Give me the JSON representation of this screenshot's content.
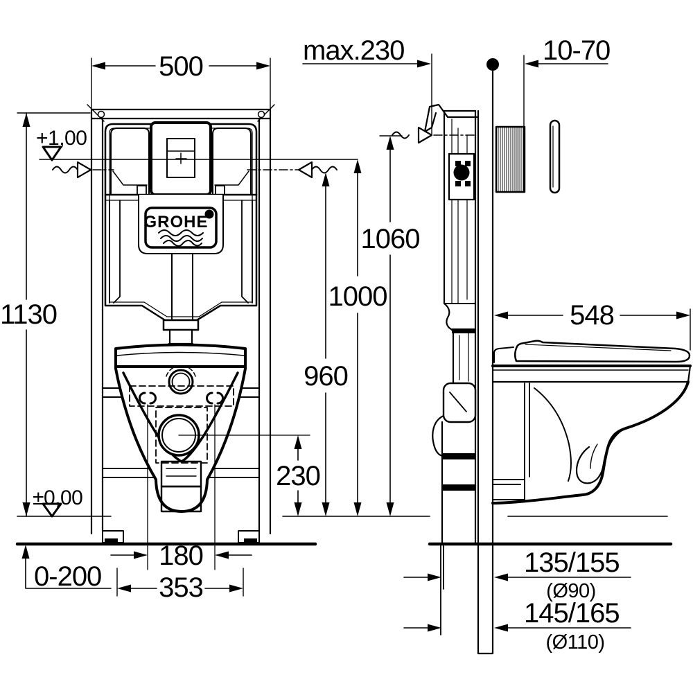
{
  "drawing": {
    "brand_logo": "GROHE",
    "type": "installation-dimension-drawing"
  },
  "labels": {
    "front": {
      "width_top": "500",
      "overall_height": "1130",
      "level_upper": "+1,00",
      "level_floor": "±0,00",
      "foot_adjustment": "0-200",
      "bolt_spacing": "180",
      "base_width": "353",
      "drain_height": "230",
      "dim_960": "960",
      "dim_1000": "1000",
      "dim_1060": "1060"
    },
    "side": {
      "flush_plate_max": "max.230",
      "wall_range": "10-70",
      "depth": "548",
      "offset_90": "135/155",
      "offset_90_note": "(Ø90)",
      "offset_110": "145/165",
      "offset_110_note": "(Ø110)"
    }
  },
  "colors": {
    "line": "#000000",
    "background": "#ffffff"
  }
}
